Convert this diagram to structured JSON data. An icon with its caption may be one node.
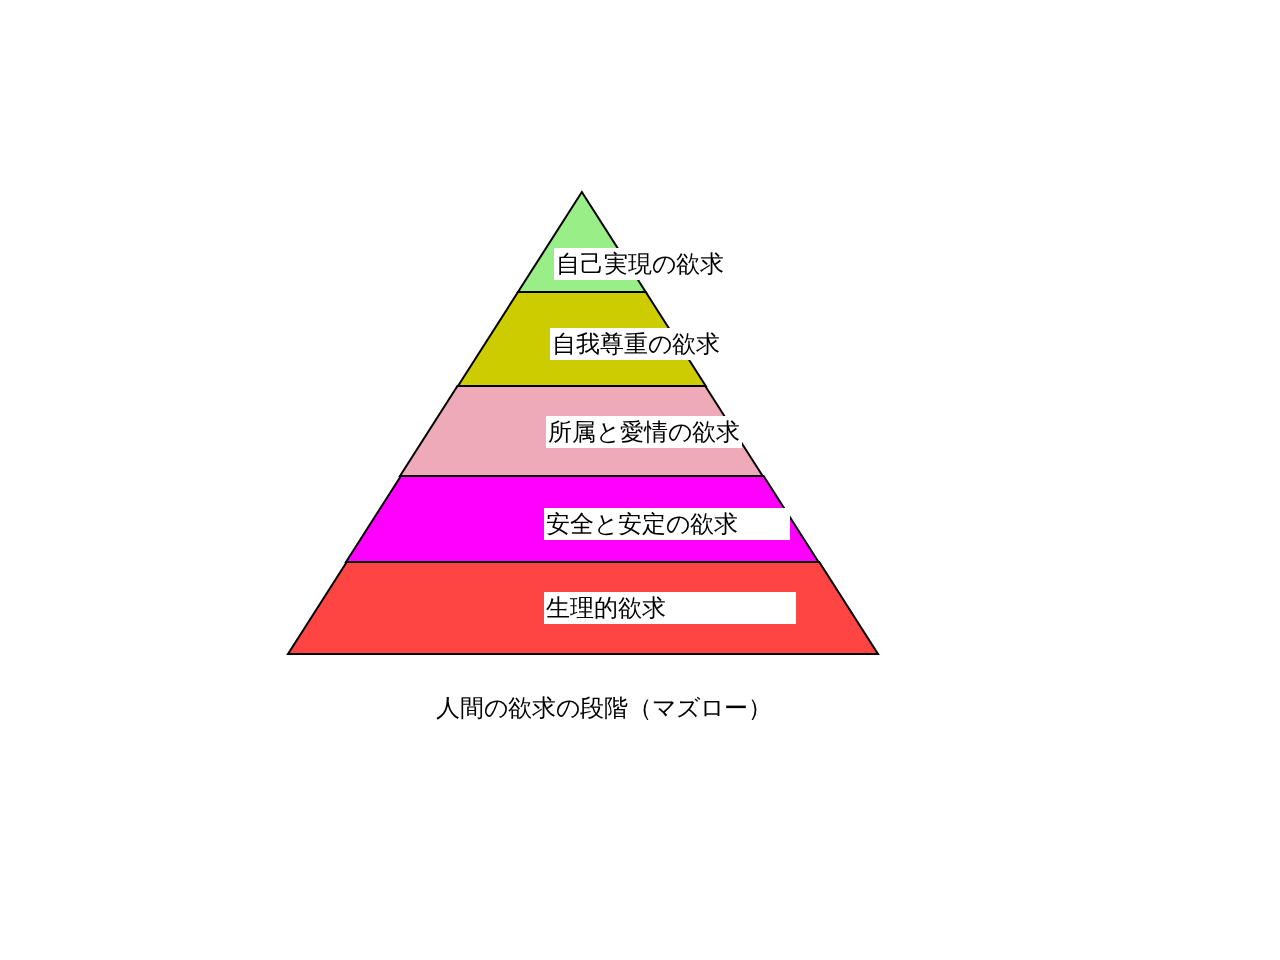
{
  "diagram": {
    "caption": "人間の欲求の段階（マズロー）",
    "nodes": [
      {
        "text": [
          "自己実現の欲求"
        ]
      },
      {
        "text": [
          "自我尊重の欲求"
        ]
      },
      {
        "text": [
          "所属と愛情の欲求"
        ]
      },
      {
        "text": [
          "安全と安定の欲求"
        ]
      },
      {
        "text": [
          "生理的欲求"
        ]
      }
    ]
  }
}
